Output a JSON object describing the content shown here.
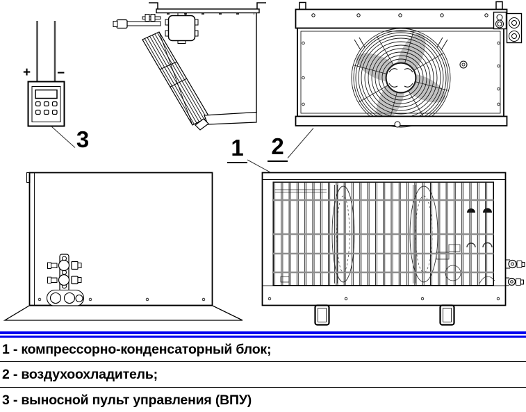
{
  "callouts": {
    "one": "1",
    "two": "2",
    "three": "3"
  },
  "panel": {
    "plus": "+",
    "minus": "−"
  },
  "legend": {
    "item1": "1 - компрессорно-конденсаторный блок;",
    "item2": "2 - воздухоохладитель;",
    "item3": "3 - выносной пульт управления (ВПУ)"
  },
  "colors": {
    "separator_blue": "#0000EE",
    "drawing_line": "#000000",
    "background": "#FFFFFF"
  }
}
